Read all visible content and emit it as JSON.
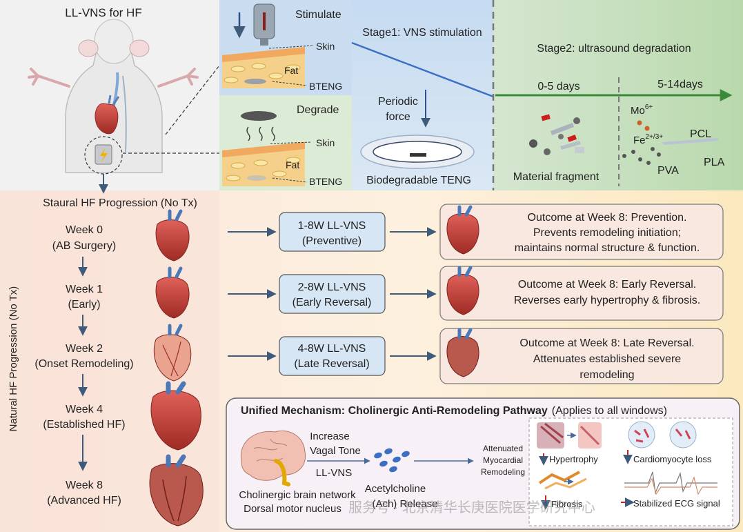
{
  "top": {
    "title": "LL-VNS for HF",
    "stimulate": "Stimulate",
    "degrade": "Degrade",
    "skin": "Skin",
    "fat": "Fat",
    "bteng": "BTENG",
    "stage1": "Stage1: VNS stimulation",
    "periodic_force_1": "Periodic",
    "periodic_force_2": "force",
    "teng_label": "Biodegradable TENG",
    "stage2": "Stage2: ultrasound degradation",
    "days_a": "0-5 days",
    "days_b": "5-14days",
    "fragment_label": "Material fragment",
    "mo": "Mo",
    "mo_sup": "6+",
    "fe": "Fe",
    "fe_sup": "2+/3+",
    "pcl": "PCL",
    "pla": "PLA",
    "pva": "PVA"
  },
  "progression": {
    "side_label": "Natural HF Progression (No Tx)",
    "title": "Staural HF Progression (No Tx)",
    "weeks": [
      {
        "label": "Week 0",
        "sub": "(AB Surgery)"
      },
      {
        "label": "Week 1",
        "sub": "(Early)"
      },
      {
        "label": "Week 2",
        "sub": "(Onset Remodeling)"
      },
      {
        "label": "Week 4",
        "sub": "(Established HF)"
      },
      {
        "label": "Week 8",
        "sub": "(Advanced HF)"
      }
    ]
  },
  "windows": [
    {
      "name": "1-8W LL-VNS",
      "sub": "(Preventive)",
      "outcome": [
        "Outcome at Week 8: Prevention.",
        "Prevents remodeling initiation;",
        "maintains normal structure & function."
      ]
    },
    {
      "name": "2-8W LL-VNS",
      "sub": "(Early Reversal)",
      "outcome": [
        "Outcome at Week 8: Early Reversal.",
        "Reverses early hypertrophy & fibrosis."
      ]
    },
    {
      "name": "4-8W LL-VNS",
      "sub": "(Late Reversal)",
      "outcome": [
        "Outcome at Week 8: Late Reversal.",
        "Attenuates established severe",
        "remodeling"
      ]
    }
  ],
  "mechanism": {
    "title": "Unified Mechanism: Cholinergic Anti-Remodeling Pathway",
    "title_note": "(Applies to all windows)",
    "increase": "Increase",
    "vagal": "Vagal Tone",
    "llvns": "LL-VNS",
    "brain_1": "Cholinergic brain network",
    "brain_2": "Dorsal motor nucleus",
    "ach_1": "Acetylcholine",
    "ach_2": "(Ach) Release",
    "att_1": "Attenuated",
    "att_2": "Myocardial",
    "att_3": "Remodeling",
    "hypertrophy": "Hypertrophy",
    "cardio_loss": "Cardiomyocyte loss",
    "fibrosis": "Fibrosis",
    "ecg": "Stabilized ECG signal"
  },
  "watermark": "服务号 · 北京清华长庚医院医学研究中心",
  "colors": {
    "panel_top_left": "#f1f1f1",
    "stage1_bg": "#cfe0f2",
    "stage2_bg": "#cfe3c9",
    "bottom_bg": "#fbeee2",
    "arrow_blue": "#3f5b7c",
    "box_blue": "#d7e6f5",
    "heart_red": "#c23b30"
  }
}
